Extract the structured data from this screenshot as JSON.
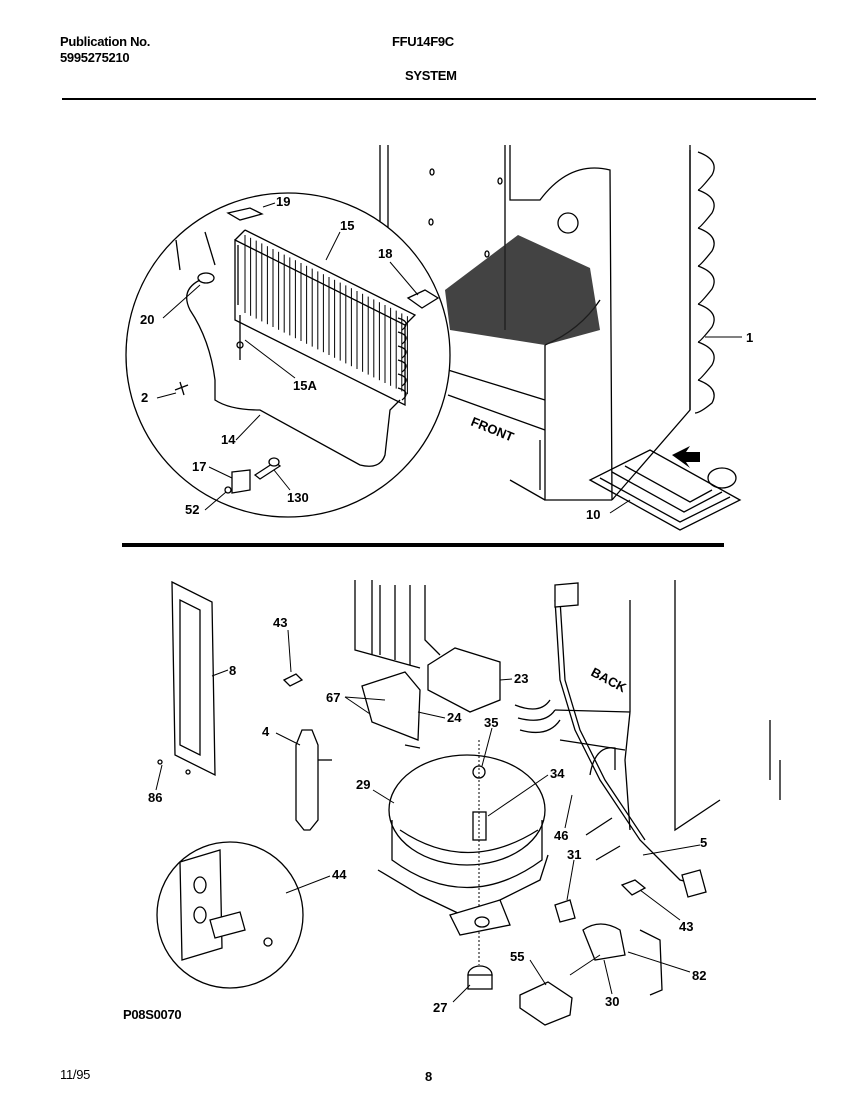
{
  "header": {
    "publication_label": "Publication No.",
    "publication_number": "5995275210",
    "model": "FFU14F9C",
    "section": "SYSTEM"
  },
  "diagram_code": "P08S0070",
  "footer": {
    "date": "11/95",
    "page": "8"
  },
  "callouts_top": {
    "c19": "19",
    "c15": "15",
    "c18": "18",
    "c20": "20",
    "c15a": "15A",
    "c2": "2",
    "c14": "14",
    "c17": "17",
    "c130": "130",
    "c52": "52",
    "c1": "1",
    "c10": "10",
    "front": "FRONT"
  },
  "callouts_bottom": {
    "c8": "8",
    "c43a": "43",
    "c67": "67",
    "c24": "24",
    "c23": "23",
    "c4": "4",
    "c35": "35",
    "c29": "29",
    "c34": "34",
    "c86": "86",
    "c46": "46",
    "c31": "31",
    "c5": "5",
    "c43b": "43",
    "c44": "44",
    "c55": "55",
    "c82": "82",
    "c27": "27",
    "c30": "30",
    "back": "BACK"
  }
}
